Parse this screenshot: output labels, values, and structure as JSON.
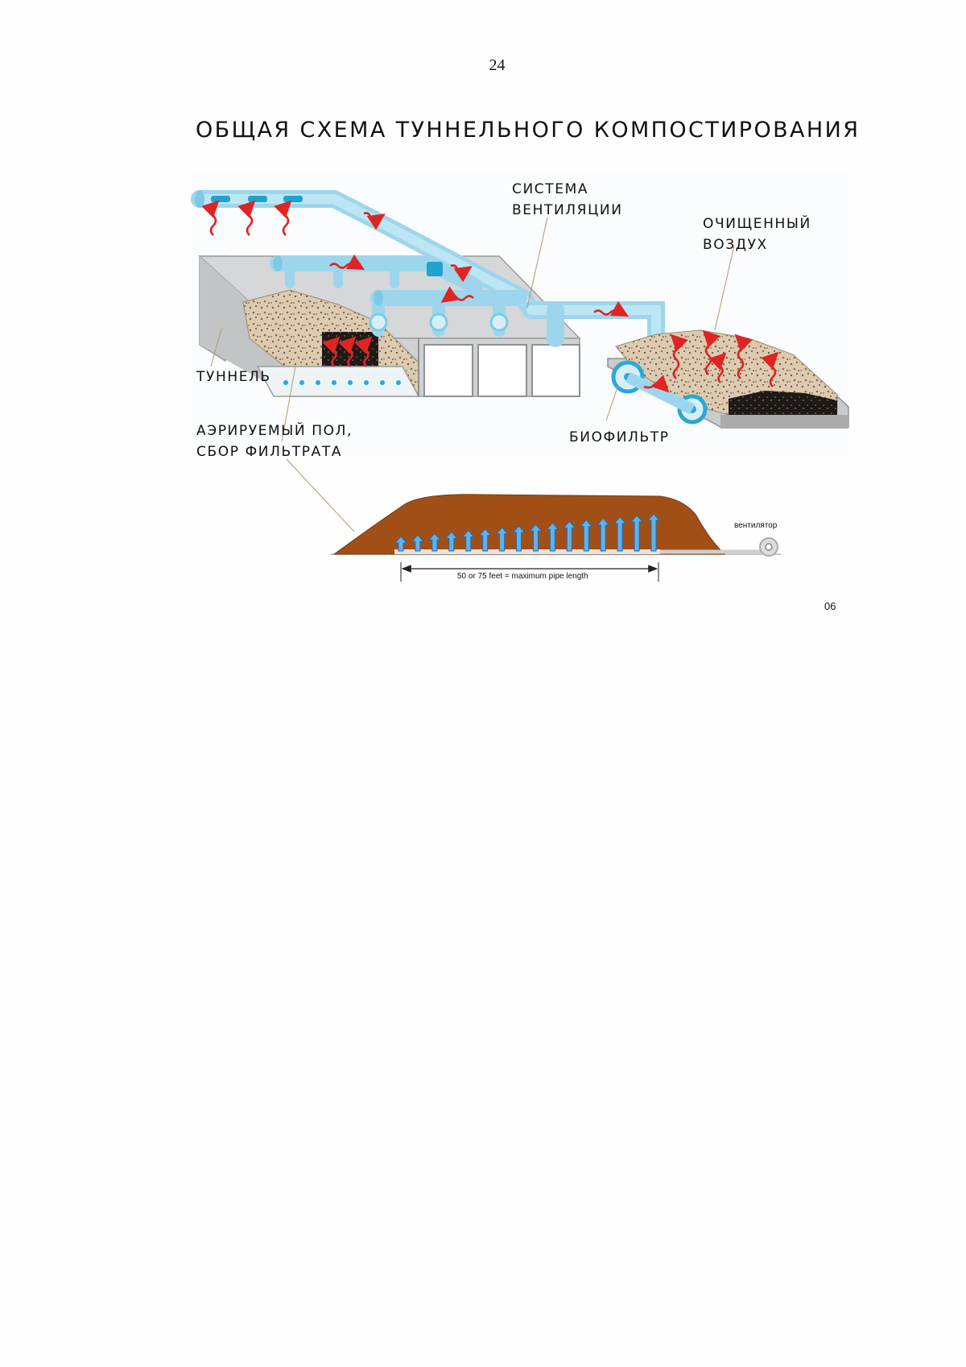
{
  "page": {
    "number": "24",
    "footer_code": "06"
  },
  "title": "ОБЩАЯ СХЕМА ТУННЕЛЬНОГО КОМПОСТИРОВАНИЯ",
  "labels": {
    "ventilation": [
      "СИСТЕМА",
      "ВЕНТИЛЯЦИИ"
    ],
    "clean_air": [
      "ОЧИЩЕННЫЙ",
      "ВОЗДУХ"
    ],
    "tunnel": "ТУННЕЛЬ",
    "aerated_floor": [
      "АЭРИРУЕМЫЙ ПОЛ,",
      "СБОР ФИЛЬТРАТА"
    ],
    "biofilter": "БИОФИЛЬТР",
    "fan": "вентилятор",
    "pipe_length": "50 or 75 feet = maximum pipe length"
  },
  "colors": {
    "pipe": "#aee1f1",
    "pipe_dark": "#1ea3cf",
    "concrete": "#c9cbcd",
    "compost": "#d9c7ad",
    "heat_arrow": "#e02424",
    "pile": "#a24f17",
    "air_arrow": "#2f8fd8"
  }
}
